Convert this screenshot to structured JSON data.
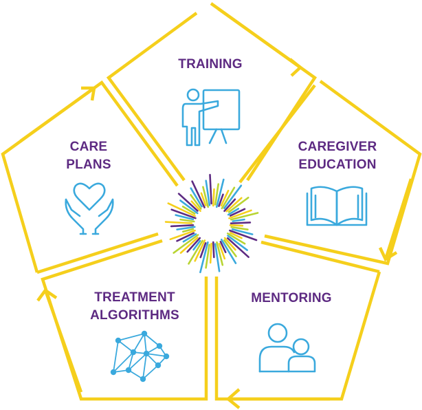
{
  "colors": {
    "outline": "#f5cf1c",
    "label": "#5d2a82",
    "icon": "#3aa9dd",
    "burst": [
      "#f5cf1c",
      "#5d2a82",
      "#3aa9dd",
      "#b8d432"
    ]
  },
  "segments": [
    {
      "id": "training",
      "lines": [
        "TRAINING"
      ],
      "icon": "presenter-board-icon"
    },
    {
      "id": "caregiver-education",
      "lines": [
        "CAREGIVER",
        "EDUCATION"
      ],
      "icon": "open-book-icon"
    },
    {
      "id": "mentoring",
      "lines": [
        "MENTORING"
      ],
      "icon": "people-icon"
    },
    {
      "id": "treatment-algorithms",
      "lines": [
        "TREATMENT",
        "ALGORITHMS"
      ],
      "icon": "network-icon"
    },
    {
      "id": "care-plans",
      "lines": [
        "CARE",
        "PLANS"
      ],
      "icon": "heart-in-hands-icon"
    }
  ]
}
